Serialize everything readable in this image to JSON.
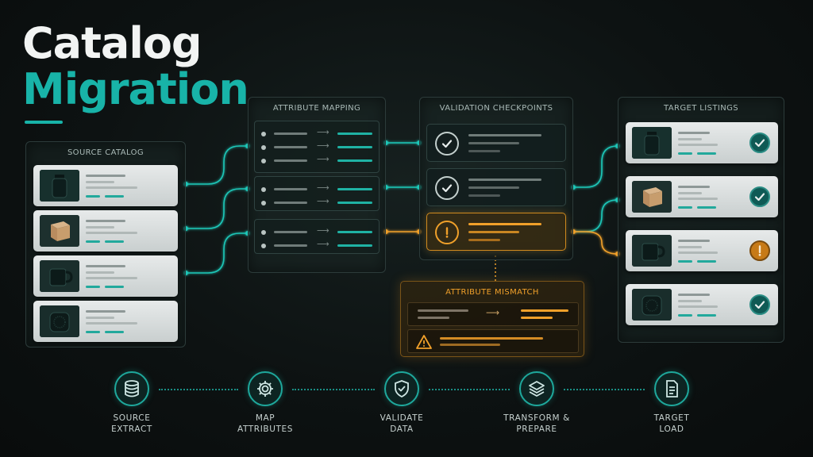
{
  "title": {
    "line1": "Catalog",
    "line2": "Migration"
  },
  "colors": {
    "accent": "#18b3a8",
    "warning": "#f0a02a",
    "card": "#e2e6e6",
    "background": "#0d1212"
  },
  "source_catalog": {
    "title": "SOURCE CATALOG",
    "items": [
      {
        "icon": "bottle-icon"
      },
      {
        "icon": "box-icon"
      },
      {
        "icon": "mug-icon"
      },
      {
        "icon": "speaker-icon"
      }
    ]
  },
  "attribute_mapping": {
    "title": "ATTRIBUTE MAPPING",
    "arrow": "⟶",
    "groups": [
      {
        "rows": 3
      },
      {
        "rows": 2
      },
      {
        "rows": 2
      }
    ]
  },
  "validation": {
    "title": "VALIDATION CHECKPOINTS",
    "checkpoints": [
      {
        "status": "ok",
        "icon": "check-icon"
      },
      {
        "status": "ok",
        "icon": "check-icon"
      },
      {
        "status": "warning",
        "icon": "exclamation-icon"
      }
    ]
  },
  "mismatch": {
    "title": "ATTRIBUTE MISMATCH",
    "arrow": "⟶",
    "icon": "warning-triangle-icon"
  },
  "target_listings": {
    "title": "TARGET LISTINGS",
    "items": [
      {
        "icon": "bottle-icon",
        "status": "ok"
      },
      {
        "icon": "box-icon",
        "status": "ok"
      },
      {
        "icon": "mug-icon",
        "status": "warning"
      },
      {
        "icon": "speaker-icon",
        "status": "ok"
      }
    ]
  },
  "pipeline": [
    {
      "label": "SOURCE\nEXTRACT",
      "icon": "database-icon"
    },
    {
      "label": "MAP\nATTRIBUTES",
      "icon": "gear-icon"
    },
    {
      "label": "VALIDATE\nDATA",
      "icon": "shield-check-icon"
    },
    {
      "label": "TRANSFORM &\nPREPARE",
      "icon": "layers-icon"
    },
    {
      "label": "TARGET\nLOAD",
      "icon": "document-icon"
    }
  ]
}
